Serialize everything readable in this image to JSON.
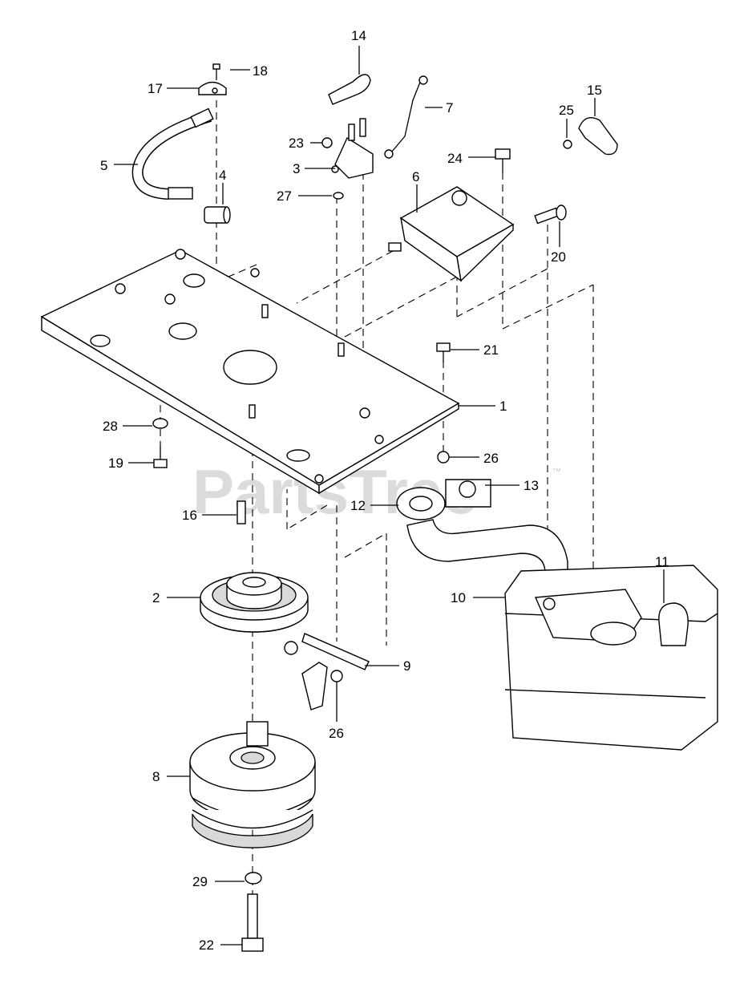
{
  "watermark": {
    "text": "PartsTree",
    "trademark": "™"
  },
  "callouts": [
    {
      "id": "c1",
      "label": "1"
    },
    {
      "id": "c2",
      "label": "2"
    },
    {
      "id": "c3",
      "label": "3"
    },
    {
      "id": "c4",
      "label": "4"
    },
    {
      "id": "c5",
      "label": "5"
    },
    {
      "id": "c6",
      "label": "6"
    },
    {
      "id": "c7",
      "label": "7"
    },
    {
      "id": "c8",
      "label": "8"
    },
    {
      "id": "c9",
      "label": "9"
    },
    {
      "id": "c10",
      "label": "10"
    },
    {
      "id": "c11",
      "label": "11"
    },
    {
      "id": "c12",
      "label": "12"
    },
    {
      "id": "c13",
      "label": "13"
    },
    {
      "id": "c14",
      "label": "14"
    },
    {
      "id": "c15",
      "label": "15"
    },
    {
      "id": "c16",
      "label": "16"
    },
    {
      "id": "c17",
      "label": "17"
    },
    {
      "id": "c18",
      "label": "18"
    },
    {
      "id": "c19",
      "label": "19"
    },
    {
      "id": "c20",
      "label": "20"
    },
    {
      "id": "c21",
      "label": "21"
    },
    {
      "id": "c22",
      "label": "22"
    },
    {
      "id": "c23",
      "label": "23"
    },
    {
      "id": "c24",
      "label": "24"
    },
    {
      "id": "c25",
      "label": "25"
    },
    {
      "id": "c26a",
      "label": "26"
    },
    {
      "id": "c26b",
      "label": "26"
    },
    {
      "id": "c27",
      "label": "27"
    },
    {
      "id": "c28",
      "label": "28"
    },
    {
      "id": "c29",
      "label": "29"
    }
  ],
  "icons": {
    "parts": "exploded-view-part-icon"
  }
}
